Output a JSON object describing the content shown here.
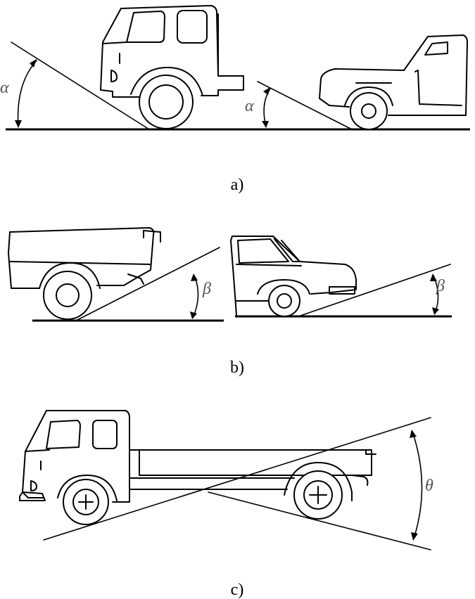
{
  "panels": [
    {
      "id": "a",
      "caption": "a)",
      "angle_symbols": [
        "α",
        "α"
      ]
    },
    {
      "id": "b",
      "caption": "b)",
      "angle_symbols": [
        "β",
        "β"
      ]
    },
    {
      "id": "c",
      "caption": "c)",
      "angle_symbols": [
        "θ"
      ]
    }
  ]
}
